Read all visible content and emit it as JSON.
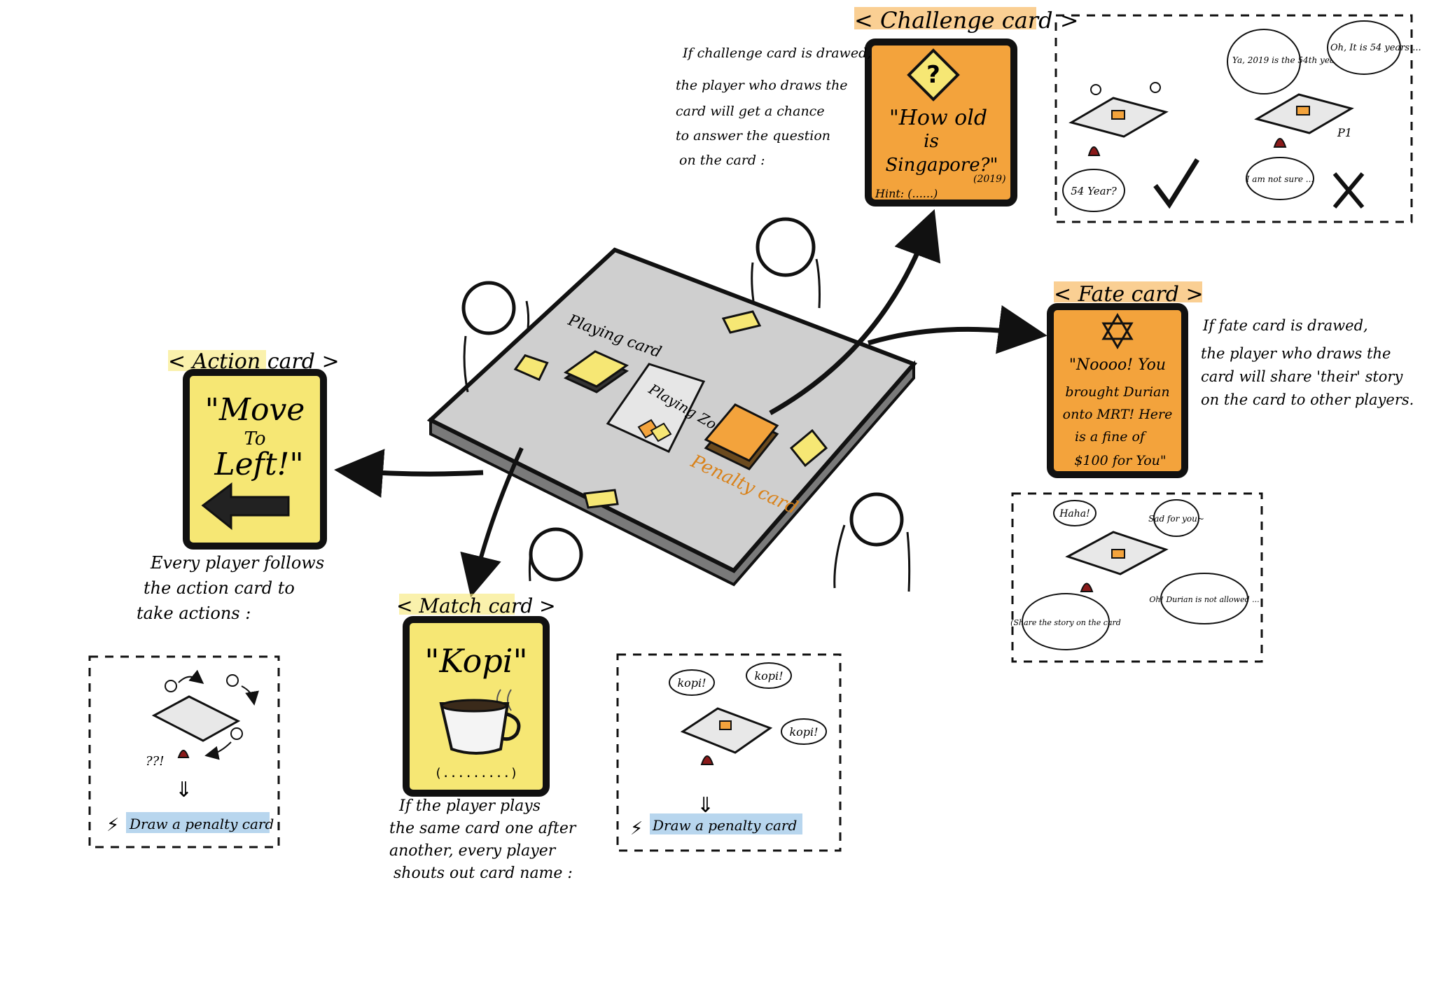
{
  "palette": {
    "action_card": "#f6e774",
    "challenge_card": "#f3a33c",
    "fate_card": "#f3a33c",
    "match_card": "#f6e774",
    "table": "#cfcfcf",
    "highlight_blue": "#b8d6ee",
    "highlight_orange": "#f6a83a",
    "ink": "#111111"
  },
  "table": {
    "playing_card_label": "Playing card",
    "playing_zone_label": "Playing Zone",
    "penalty_card_label": "Penalty card"
  },
  "action_card": {
    "title": "< Action card >",
    "line1": "\"Move",
    "line2": "To",
    "line3": "Left!\"",
    "icon": "left-arrow-icon",
    "description_lines": [
      "Every player follows",
      "the action card to",
      "take actions :"
    ],
    "panel": {
      "confused_text": "??!",
      "penalty_text": "Draw a penalty card"
    }
  },
  "match_card": {
    "title": "< Match card >",
    "card_word": "\"Kopi\"",
    "blank": "(.........)",
    "icon": "coffee-cup-icon",
    "description_lines": [
      "If the player plays",
      "the same card one after",
      "another, every player",
      "shouts out card name :"
    ],
    "panel": {
      "bubble1": "kopi!",
      "bubble2": "kopi!",
      "bubble3": "kopi!",
      "penalty_text": "Draw a penalty card"
    }
  },
  "challenge_card": {
    "title": "< Challenge card >",
    "question_lines": [
      "\"How old",
      "is",
      "Singapore?\""
    ],
    "year_note": "(2019)",
    "hint": "Hint: (......)",
    "icon": "question-diamond-icon",
    "description_lines": [
      "If challenge card is drawed,",
      "the player who draws the",
      "card will get a chance",
      "to answer the question",
      "on the card :"
    ],
    "panel": {
      "left_answer": "54 Year?",
      "right_bubble1": "Ya, 2019 is the 54th year...",
      "right_bubble2": "Oh, It is 54 years ...",
      "right_answer": "I am not sure ...",
      "player_label": "P1"
    }
  },
  "fate_card": {
    "title": "< Fate card >",
    "text_lines": [
      "\"Noooo! You",
      "brought Durian",
      "onto MRT! Here",
      "is a fine of",
      "$100 for You\""
    ],
    "icon": "star-of-david-icon",
    "description_lines": [
      "If fate card is drawed,",
      "the player who draws the",
      "card will share 'their' story",
      "on the card to other players."
    ],
    "panel": {
      "bubble_haha": "Haha!",
      "bubble_sad": "Sad for you~",
      "bubble_share": "(Share the story on the card",
      "bubble_durian": "Oh! Durian is not allowed ..."
    }
  }
}
